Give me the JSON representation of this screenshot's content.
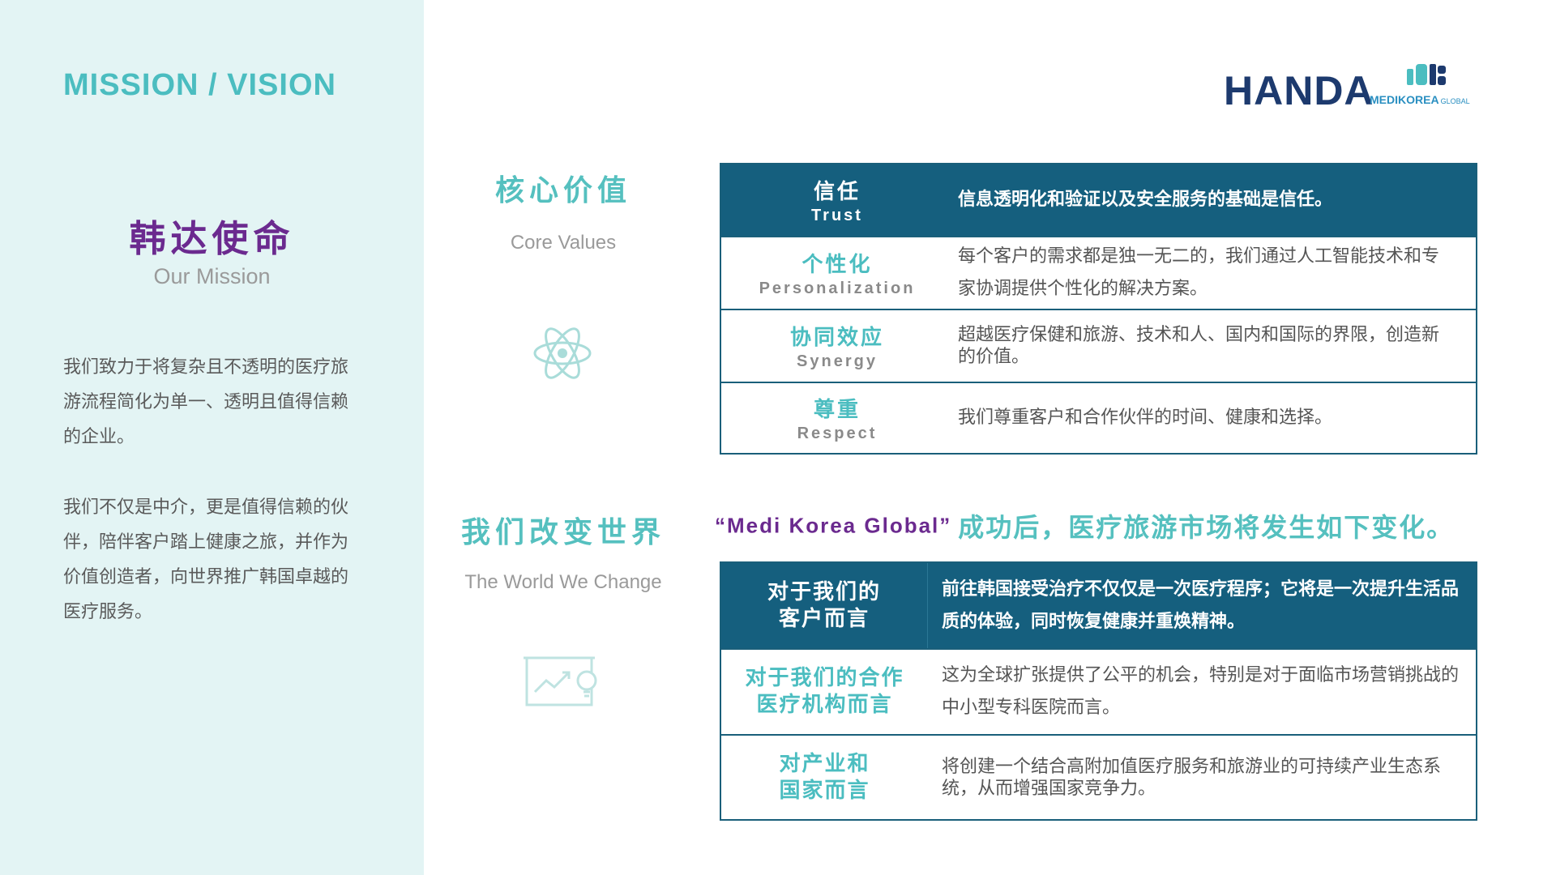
{
  "header": {
    "title": "MISSION / VISION"
  },
  "logos": {
    "handa": "HANDA",
    "medikorea": "MEDIKOREA",
    "medikorea_suffix": "GLOBAL"
  },
  "mission": {
    "title_cn": "韩达使命",
    "title_en": "Our Mission",
    "paragraphs": [
      "我们致力于将复杂且不透明的医疗旅游流程简化为单一、透明且值得信赖的企业。",
      "我们不仅是中介，更是值得信赖的伙伴，陪伴客户踏上健康之旅，并作为价值创造者，向世界推广韩国卓越的医疗服务。"
    ]
  },
  "core_values": {
    "title_cn": "核心价值",
    "title_en": "Core Values",
    "icon": "atom-icon",
    "rows": [
      {
        "cn": "信任",
        "en": "Trust",
        "desc": "信息透明化和验证以及安全服务的基础是信任。"
      },
      {
        "cn": "个性化",
        "en": "Personalization",
        "desc": "每个客户的需求都是独一无二的，我们通过人工智能技术和专家协调提供个性化的解决方案。"
      },
      {
        "cn": "协同效应",
        "en": "Synergy",
        "desc": "超越医疗保健和旅游、技术和人、国内和国际的界限，创造新的价值。"
      },
      {
        "cn": "尊重",
        "en": "Respect",
        "desc": "我们尊重客户和合作伙伴的时间、健康和选择。"
      }
    ]
  },
  "world_change": {
    "title_cn": "我们改变世界",
    "title_en": "The World We Change",
    "icon": "presentation-board-icon",
    "headline_quote": "“Medi Korea Global”",
    "headline_text": "成功后，医疗旅游市场将发生如下变化。",
    "rows": [
      {
        "label_lines": [
          "对于我们的",
          "客户而言"
        ],
        "desc": "前往韩国接受治疗不仅仅是一次医疗程序；它将是一次提升生活品质的体验，同时恢复健康并重焕精神。"
      },
      {
        "label_lines": [
          "对于我们的合作",
          "医疗机构而言"
        ],
        "desc": "这为全球扩张提供了公平的机会，特别是对于面临市场营销挑战的中小型专科医院而言。"
      },
      {
        "label_lines": [
          "对产业和",
          "国家而言"
        ],
        "desc": "将创建一个结合高附加值医疗服务和旅游业的可持续产业生态系统，从而增强国家竞争力。"
      }
    ]
  },
  "colors": {
    "teal": "#4bbdc0",
    "navy": "#155f7e",
    "purple": "#6b2a8f",
    "sidebar_bg": "#e3f4f4"
  }
}
